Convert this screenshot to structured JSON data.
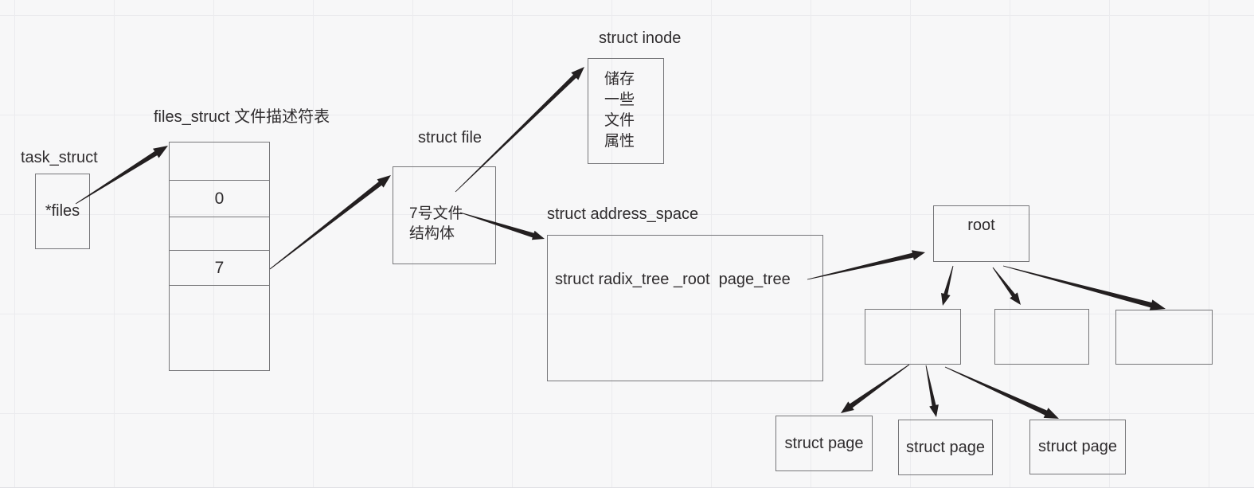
{
  "colors": {
    "background": "#f7f7f8",
    "grid": "#ebebee",
    "box_border": "#77777a",
    "arrow": "#231f20",
    "text": "#2f2c2e"
  },
  "nodes": {
    "task_struct": {
      "label": "task_struct",
      "pointer_field": "*files"
    },
    "files_struct": {
      "label": "files_struct 文件描述符表",
      "cells": [
        "",
        "0",
        "",
        "7",
        ""
      ]
    },
    "struct_file": {
      "label": "struct file",
      "lines": [
        "7号文件",
        "结构体"
      ]
    },
    "struct_inode": {
      "label": "struct inode",
      "lines": [
        "储存",
        "一些",
        "文件",
        "属性"
      ]
    },
    "address_space": {
      "label": "struct address_space",
      "field": "struct radix_tree _root  page_tree"
    },
    "radix_root": {
      "label": "root"
    },
    "radix_children": [
      {
        "label": ""
      },
      {
        "label": ""
      },
      {
        "label": ""
      }
    ],
    "pages": [
      {
        "label": "struct page"
      },
      {
        "label": "struct page"
      },
      {
        "label": "struct page"
      }
    ]
  },
  "edges": [
    {
      "name": "arrow-files-pointer-to-fdtable",
      "from": "task_struct.*files",
      "to": "files_struct"
    },
    {
      "name": "arrow-fd7-to-struct-file",
      "from": "files_struct.cell_7",
      "to": "struct_file"
    },
    {
      "name": "arrow-file-to-inode",
      "from": "struct_file",
      "to": "struct_inode"
    },
    {
      "name": "arrow-file-to-address-space",
      "from": "struct_file",
      "to": "address_space"
    },
    {
      "name": "arrow-pagetree-to-root",
      "from": "address_space.page_tree",
      "to": "radix_root"
    },
    {
      "name": "arrow-root-to-child-1",
      "from": "radix_root",
      "to": "radix_child_1"
    },
    {
      "name": "arrow-root-to-child-2",
      "from": "radix_root",
      "to": "radix_child_2"
    },
    {
      "name": "arrow-root-to-child-3",
      "from": "radix_root",
      "to": "radix_child_3"
    },
    {
      "name": "arrow-child1-to-page-1",
      "from": "radix_child_1",
      "to": "page_1"
    },
    {
      "name": "arrow-child1-to-page-2",
      "from": "radix_child_1",
      "to": "page_2"
    },
    {
      "name": "arrow-child1-to-page-3",
      "from": "radix_child_1",
      "to": "page_3"
    }
  ]
}
